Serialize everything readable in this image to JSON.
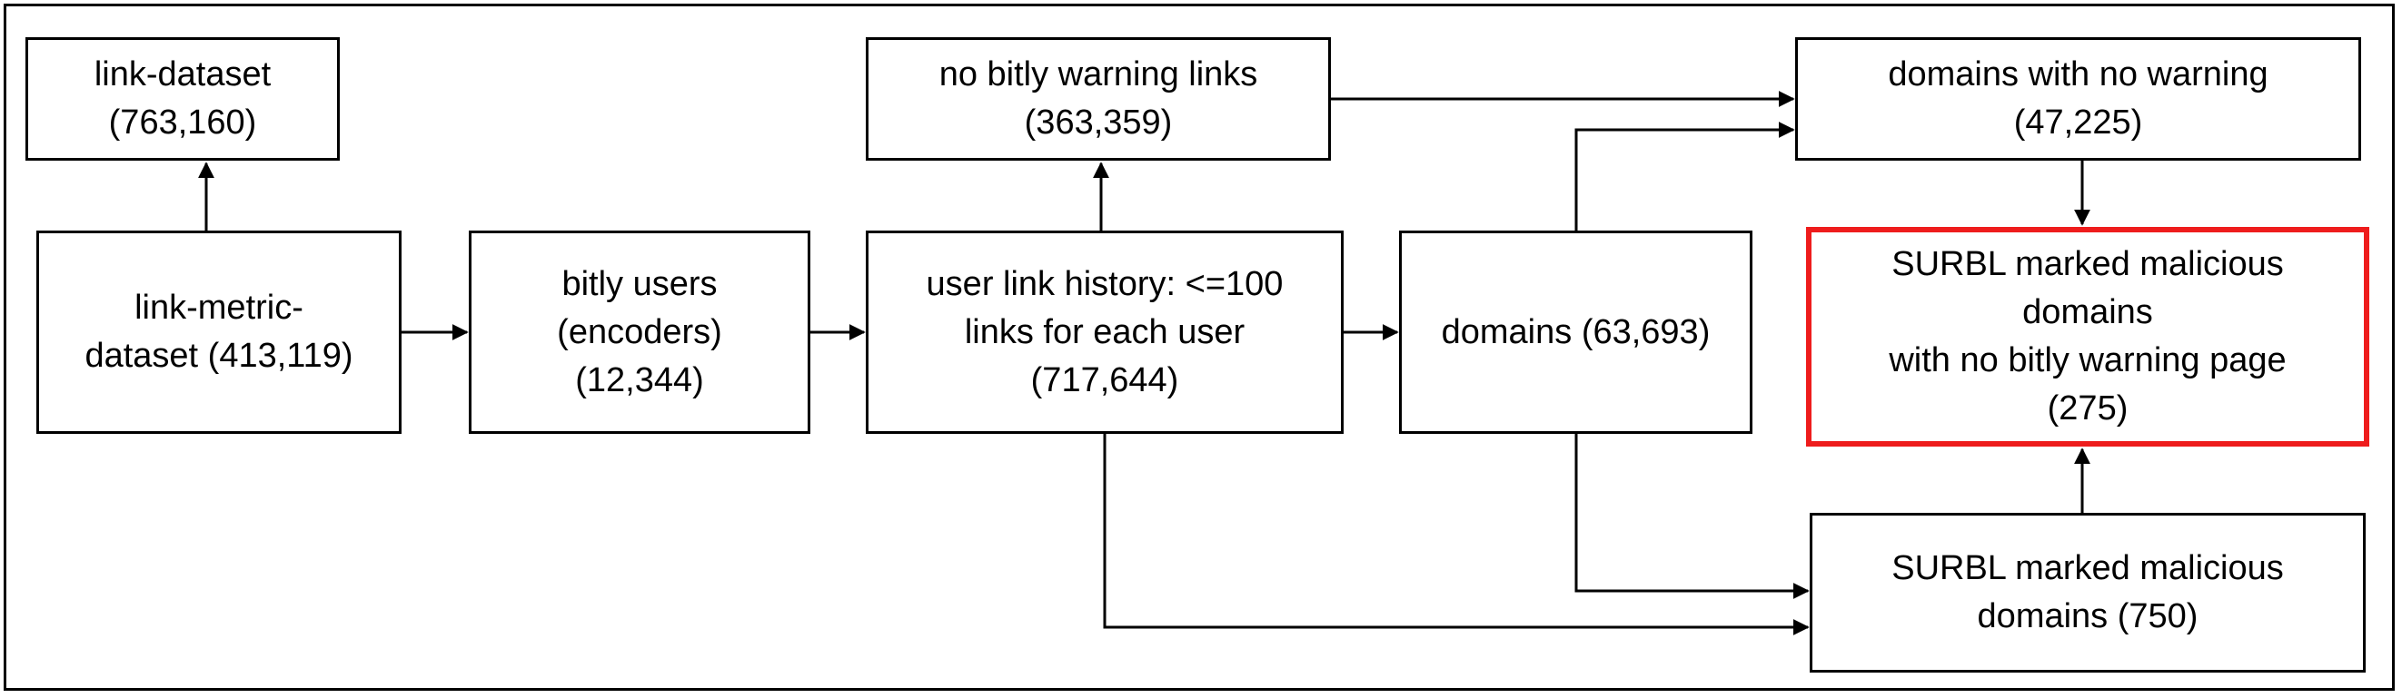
{
  "diagram": {
    "nodes": {
      "link_dataset": {
        "lines": [
          "link-dataset",
          "(763,160)"
        ]
      },
      "link_metric_dataset": {
        "lines": [
          "link-metric-",
          "dataset (413,119)"
        ]
      },
      "bitly_users": {
        "lines": [
          "bitly users",
          "(encoders)",
          "(12,344)"
        ]
      },
      "no_warning_links": {
        "lines": [
          "no bitly warning links",
          "(363,359)"
        ]
      },
      "user_link_history": {
        "lines": [
          "user link history: <=100",
          "links for each user",
          "(717,644)"
        ]
      },
      "domains": {
        "lines": [
          "domains (63,693)"
        ]
      },
      "domains_no_warning": {
        "lines": [
          "domains with no warning",
          "(47,225)"
        ]
      },
      "surbl_no_warning_page": {
        "lines": [
          "SURBL marked malicious",
          "domains",
          "with no bitly warning page",
          "(275)"
        ]
      },
      "surbl_malicious": {
        "lines": [
          "SURBL marked malicious",
          "domains (750)"
        ]
      }
    },
    "edges": [
      {
        "from": "link_metric_dataset",
        "to": "link_dataset"
      },
      {
        "from": "link_metric_dataset",
        "to": "bitly_users"
      },
      {
        "from": "bitly_users",
        "to": "user_link_history"
      },
      {
        "from": "user_link_history",
        "to": "no_warning_links"
      },
      {
        "from": "user_link_history",
        "to": "domains"
      },
      {
        "from": "no_warning_links",
        "to": "domains_no_warning"
      },
      {
        "from": "domains",
        "to": "domains_no_warning"
      },
      {
        "from": "domains",
        "to": "surbl_malicious"
      },
      {
        "from": "user_link_history",
        "to": "surbl_malicious"
      },
      {
        "from": "domains_no_warning",
        "to": "surbl_no_warning_page"
      },
      {
        "from": "surbl_malicious",
        "to": "surbl_no_warning_page"
      }
    ],
    "colors": {
      "line": "#000000",
      "box_border": "#000000",
      "highlight_border": "#ee1c1c"
    }
  }
}
